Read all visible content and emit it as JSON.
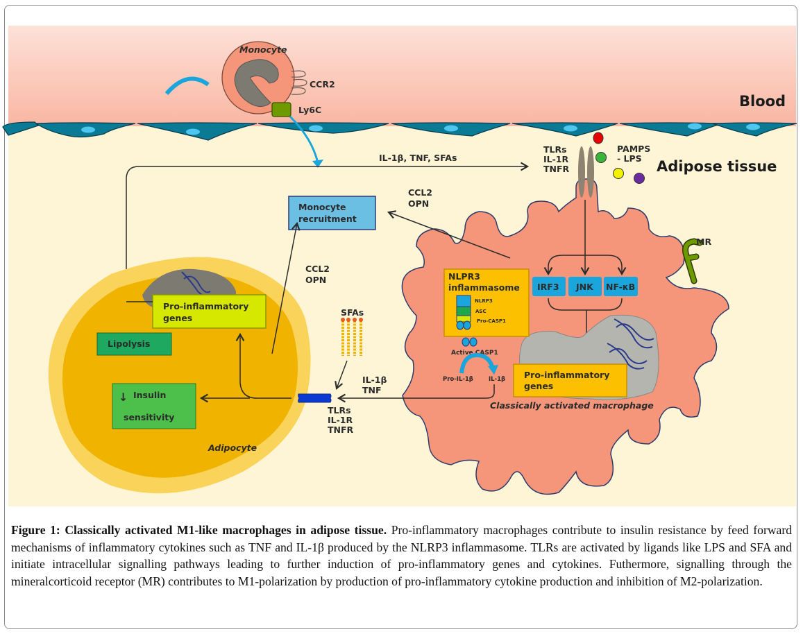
{
  "figure": {
    "regions": {
      "blood_label": "Blood",
      "adipose_label": "Adipose tissue"
    },
    "monocyte": {
      "label": "Monocyte",
      "receptor_ccr2": "CCR2",
      "receptor_ly6c": "Ly6C"
    },
    "top_signal": "IL-1β, TNF, SFAs",
    "macrophage_receptors": [
      "TLRs",
      "IL-1R",
      "TNFR"
    ],
    "pamps": [
      "PAMPS",
      "- LPS"
    ],
    "monocyte_recruitment": [
      "Monocyte",
      "recruitment"
    ],
    "ccl2_opn_macrophage": [
      "CCL2",
      "OPN"
    ],
    "ccl2_opn_adipocyte": [
      "CCL2",
      "OPN"
    ],
    "mr_label": "MR",
    "inflammasome": {
      "title": [
        "NLPR3",
        "inflammasome"
      ],
      "components": [
        "NLRP3",
        "ASC",
        "Pro-CASP1"
      ],
      "active": "Active CASP1",
      "pro_il1b": "Pro-IL-1β",
      "il1b": "IL-1β"
    },
    "pathways": [
      "IRF3",
      "JNK",
      "NF-κB"
    ],
    "macrophage_genes": [
      "Pro-inflammatory",
      "genes"
    ],
    "macrophage_label": "Classically activated macrophage",
    "sfas_label": "SFAs",
    "il1b_tnf": [
      "IL-1β",
      "TNF"
    ],
    "adipocyte_receptors": [
      "TLRs",
      "IL-1R",
      "TNFR"
    ],
    "adipocyte_genes": [
      "Pro-inflammatory",
      "genes"
    ],
    "lipolysis": "Lipolysis",
    "insulin": [
      "Insulin",
      "sensitivity"
    ],
    "adipocyte_label": "Adipocyte",
    "colors": {
      "blood": "#f9b9a6",
      "adipose": "#fdf5d6",
      "endothelium": "#0b7a94",
      "macrophage": "#f5957a",
      "adipocyte": "#f0b400",
      "accent_blue": "#1aa6dc",
      "inflammasome_box": "#fdc000",
      "genes_box_adipocyte": "#d7e800",
      "green_box": "#3cbc5a"
    }
  },
  "caption": {
    "title": "Figure 1: Classically activated M1-like macrophages in adipose tissue.",
    "body": " Pro-inflammatory macrophages contribute to insulin resistance by feed forward mechanisms of inflammatory cytokines such as TNF and IL-1β produced by the NLRP3 inflammasome. TLRs are activated by ligands like LPS and SFA and initiate intracellular signalling pathways leading to further induction of pro-inflammatory genes and cytokines. Futhermore, signalling through the mineralcorticoid receptor (MR) contributes to M1-polarization by production of pro-inflammatory cytokine production and inhibition of M2-polarization."
  }
}
